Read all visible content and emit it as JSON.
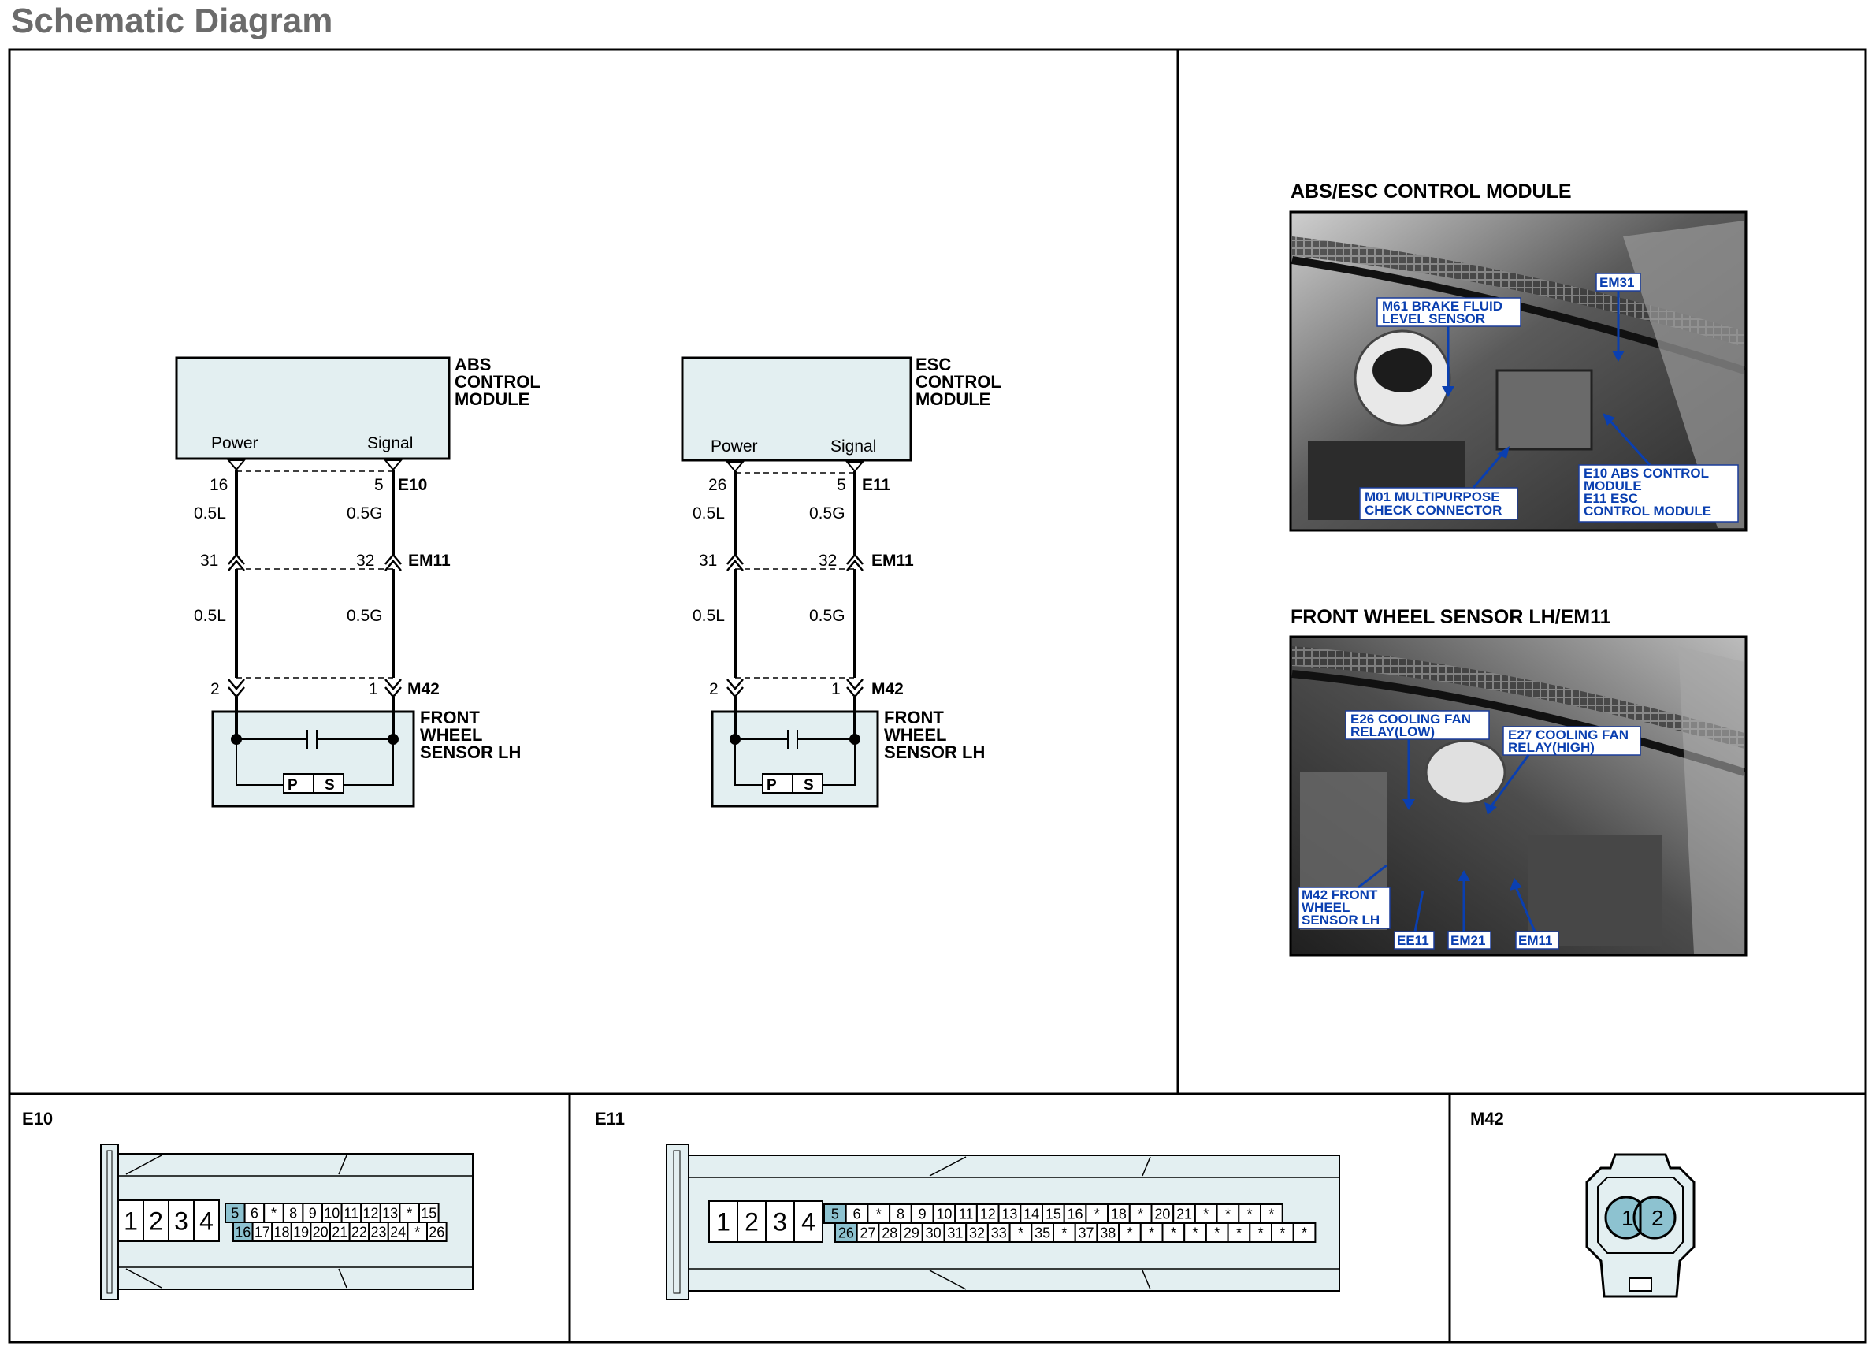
{
  "page_title": "Schematic Diagram",
  "colors": {
    "panel_fill": "#e3eff1",
    "pin_highlight": "#8dc2d0",
    "callout_text": "#0a3fb0",
    "callout_box": "#1a3c9a"
  },
  "diagram_abs": {
    "module_name_1": "ABS",
    "module_name_2": "CONTROL",
    "module_name_3": "MODULE",
    "power": "Power",
    "signal": "Signal",
    "pin_power": "16",
    "pin_signal": "5",
    "conn_top": "E10",
    "wire_l": "0.5L",
    "wire_g": "0.5G",
    "pin_mid_l": "31",
    "pin_mid_r": "32",
    "conn_mid": "EM11",
    "pin_bot_l": "2",
    "pin_bot_r": "1",
    "conn_bot": "M42",
    "sensor_1": "FRONT",
    "sensor_2": "WHEEL",
    "sensor_3": "SENSOR LH",
    "p": "P",
    "s": "S"
  },
  "diagram_esc": {
    "module_name_1": "ESC",
    "module_name_2": "CONTROL",
    "module_name_3": "MODULE",
    "power": "Power",
    "signal": "Signal",
    "pin_power": "26",
    "pin_signal": "5",
    "conn_top": "E11",
    "wire_l": "0.5L",
    "wire_g": "0.5G",
    "pin_mid_l": "31",
    "pin_mid_r": "32",
    "conn_mid": "EM11",
    "pin_bot_l": "2",
    "pin_bot_r": "1",
    "conn_bot": "M42",
    "sensor_1": "FRONT",
    "sensor_2": "WHEEL",
    "sensor_3": "SENSOR LH",
    "p": "P",
    "s": "S"
  },
  "photo1": {
    "title": "ABS/ESC CONTROL MODULE",
    "em31": "EM31",
    "m61_1": "M61 BRAKE FLUID",
    "m61_2": "LEVEL SENSOR",
    "m01_1": "M01 MULTIPURPOSE",
    "m01_2": "CHECK CONNECTOR",
    "e10_1": "E10 ABS CONTROL",
    "e10_2": "MODULE",
    "e10_3": "E11 ESC",
    "e10_4": "CONTROL MODULE"
  },
  "photo2": {
    "title": "FRONT WHEEL SENSOR LH/EM11",
    "e26_1": "E26 COOLING FAN",
    "e26_2": "RELAY(LOW)",
    "e27_1": "E27 COOLING FAN",
    "e27_2": "RELAY(HIGH)",
    "m42_1": "M42 FRONT",
    "m42_2": "WHEEL",
    "m42_3": "SENSOR LH",
    "ee11": "EE11",
    "em21": "EM21",
    "em11": "EM11"
  },
  "conn_e10": {
    "label": "E10",
    "big": [
      "1",
      "2",
      "3",
      "4"
    ],
    "top": [
      "5",
      "6",
      "*",
      "8",
      "9",
      "10",
      "11",
      "12",
      "13",
      "*",
      "15"
    ],
    "bottom": [
      "16",
      "17",
      "18",
      "19",
      "20",
      "21",
      "22",
      "23",
      "24",
      "*",
      "26"
    ],
    "highlight_top": "5",
    "highlight_bottom": "16"
  },
  "conn_e11": {
    "label": "E11",
    "big": [
      "1",
      "2",
      "3",
      "4"
    ],
    "top": [
      "5",
      "6",
      "*",
      "8",
      "9",
      "10",
      "11",
      "12",
      "13",
      "14",
      "15",
      "16",
      "*",
      "18",
      "*",
      "20",
      "21",
      "*",
      "*",
      "*",
      "*"
    ],
    "bottom": [
      "26",
      "27",
      "28",
      "29",
      "30",
      "31",
      "32",
      "33",
      "*",
      "35",
      "*",
      "37",
      "38",
      "*",
      "*",
      "*",
      "*",
      "*",
      "*",
      "*",
      "*",
      "*"
    ],
    "highlight_top": "5",
    "highlight_bottom": "26"
  },
  "conn_m42": {
    "label": "M42",
    "pins": [
      "1",
      "2"
    ]
  }
}
